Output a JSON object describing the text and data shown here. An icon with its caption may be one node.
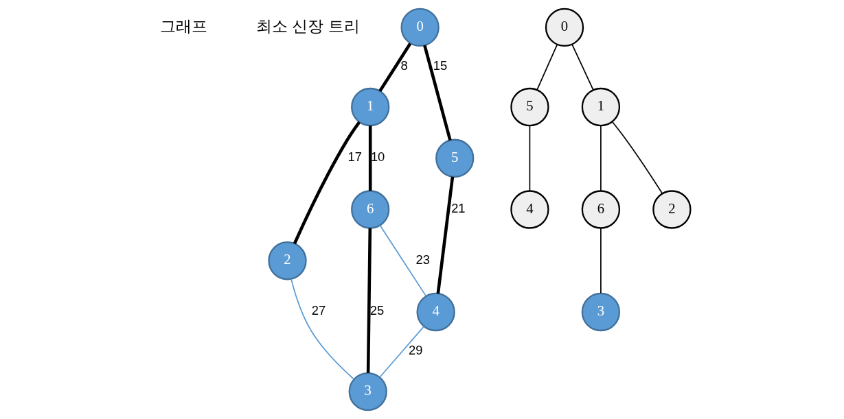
{
  "diagram": {
    "nodes": [
      {
        "text": [
          "0"
        ]
      },
      {
        "text": [
          "1"
        ]
      },
      {
        "text": [
          "2"
        ]
      },
      {
        "text": [
          "5"
        ]
      },
      {
        "text": [
          "6"
        ]
      },
      {
        "text": [
          "4"
        ]
      },
      {
        "text": [
          "3"
        ]
      },
      {
        "text": [
          "0"
        ]
      },
      {
        "text": [
          "5"
        ]
      },
      {
        "text": [
          "1"
        ]
      },
      {
        "text": [
          "4"
        ]
      },
      {
        "text": [
          "6"
        ]
      },
      {
        "text": [
          "2"
        ]
      },
      {
        "text": [
          "3"
        ]
      }
    ],
    "edges": [
      {
        "from": 0,
        "to": 1,
        "arrow": "none",
        "label": "8",
        "style": "thick"
      },
      {
        "from": 0,
        "to": 3,
        "arrow": "none",
        "label": "15",
        "style": "thick"
      },
      {
        "from": 1,
        "to": 4,
        "arrow": "none",
        "label": "10",
        "style": "thick"
      },
      {
        "from": 1,
        "to": 2,
        "arrow": "none",
        "label": "17",
        "style": "thick"
      },
      {
        "from": 3,
        "to": 5,
        "arrow": "none",
        "label": "21",
        "style": "thick"
      },
      {
        "from": 4,
        "to": 5,
        "arrow": "none",
        "label": "23",
        "color": "#5b9bd5"
      },
      {
        "from": 4,
        "to": 6,
        "arrow": "none",
        "label": "25",
        "style": "thick"
      },
      {
        "from": 2,
        "to": 6,
        "arrow": "none",
        "label": "27",
        "color": "#5b9bd5"
      },
      {
        "from": 5,
        "to": 6,
        "arrow": "none",
        "label": "29",
        "color": "#5b9bd5"
      },
      {
        "from": 7,
        "to": 8,
        "arrow": "none"
      },
      {
        "from": 7,
        "to": 9,
        "arrow": "none"
      },
      {
        "from": 8,
        "to": 10,
        "arrow": "none"
      },
      {
        "from": 9,
        "to": 11,
        "arrow": "none"
      },
      {
        "from": 9,
        "to": 12,
        "arrow": "none"
      },
      {
        "from": 11,
        "to": 13,
        "arrow": "none"
      }
    ],
    "labels": [
      "그래프",
      "최소 신장 트리"
    ]
  }
}
